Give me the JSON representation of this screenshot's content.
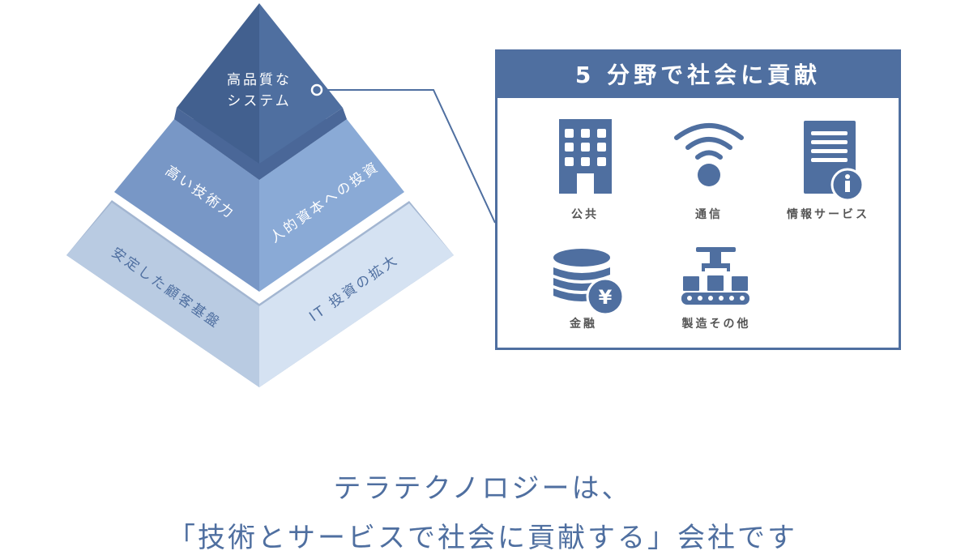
{
  "pyramid": {
    "top": {
      "line1": "高品質な",
      "line2": "システム"
    },
    "middle": {
      "left": "高い技術力",
      "right": "人的資本への投資"
    },
    "bottom": {
      "left": "安定した顧客基盤",
      "right": "IT 投資の拡大"
    }
  },
  "fields_box": {
    "title": "5 分野で社会に貢献",
    "items": [
      {
        "label": "公共",
        "icon": "building-icon"
      },
      {
        "label": "通信",
        "icon": "wifi-icon"
      },
      {
        "label": "情報サービス",
        "icon": "document-info-icon"
      },
      {
        "label": "金融",
        "icon": "yen-coins-icon"
      },
      {
        "label": "製造その他",
        "icon": "factory-conveyor-icon"
      }
    ]
  },
  "caption": {
    "line1": "テラテクノロジーは、",
    "line2": "「技術とサービスで社会に貢献する」会社です"
  },
  "colors": {
    "accent": "#4f6fa0"
  }
}
